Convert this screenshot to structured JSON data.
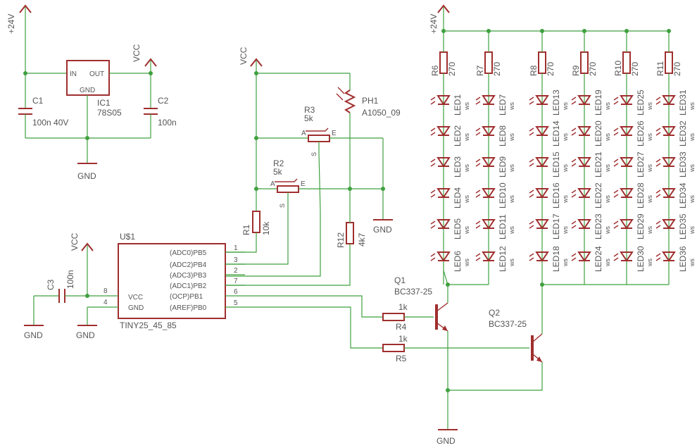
{
  "nets": {
    "p24v_a": "+24V",
    "p24v_b": "+24V",
    "vcc_a": "VCC",
    "vcc_b": "VCC",
    "vcc_c": "VCC",
    "gnd_reg": "GND",
    "gnd_pot": "GND",
    "gnd_c3": "GND",
    "gnd_mcu": "GND",
    "gnd_main": "GND"
  },
  "regulator": {
    "name": "IC1",
    "value": "78S05",
    "pin_in": "IN",
    "pin_out": "OUT",
    "pin_gnd": "GND"
  },
  "capacitors": [
    {
      "name": "C1",
      "value": "100n 40V"
    },
    {
      "name": "C2",
      "value": "100n"
    },
    {
      "name": "C3",
      "value": "100n"
    }
  ],
  "photoresistor": {
    "name": "PH1",
    "value": "A1050_09"
  },
  "pots": [
    {
      "name": "R3",
      "value": "5k",
      "a": "A",
      "e": "E",
      "s": "S"
    },
    {
      "name": "R2",
      "value": "5k",
      "a": "A",
      "e": "E",
      "s": "S"
    }
  ],
  "resistors": {
    "r1": {
      "name": "R1",
      "value": "10k"
    },
    "r12": {
      "name": "R12",
      "value": "4k7"
    },
    "r4": {
      "name": "R4",
      "value": "1k"
    },
    "r5": {
      "name": "R5",
      "value": "1k"
    }
  },
  "mcu": {
    "name": "U$1",
    "value": "TINY25_45_85",
    "pins_right": [
      {
        "label": "(ADC0)PB5",
        "num": "1"
      },
      {
        "label": "(ADC2)PB4",
        "num": "3"
      },
      {
        "label": "(ADC3)PB3",
        "num": "2"
      },
      {
        "label": "(ADC1)PB2",
        "num": "7"
      },
      {
        "label": "(OCP)PB1",
        "num": "6"
      },
      {
        "label": "(AREF)PB0",
        "num": "5"
      }
    ],
    "pins_left": [
      {
        "label": "VCC",
        "num": "8"
      },
      {
        "label": "GND",
        "num": "4"
      }
    ]
  },
  "transistors": [
    {
      "name": "Q1",
      "value": "BC337-25"
    },
    {
      "name": "Q2",
      "value": "BC337-25"
    }
  ],
  "led_columns": [
    {
      "resistor": "R6",
      "value": "270",
      "leds": [
        "LED1",
        "LED2",
        "LED3",
        "LED4",
        "LED5",
        "LED6"
      ]
    },
    {
      "resistor": "R7",
      "value": "270",
      "leds": [
        "LED7",
        "LED8",
        "LED9",
        "LED10",
        "LED11",
        "LED12"
      ]
    },
    {
      "resistor": "R8",
      "value": "270",
      "leds": [
        "LED13",
        "LED14",
        "LED15",
        "LED16",
        "LED17",
        "LED18"
      ]
    },
    {
      "resistor": "R9",
      "value": "270",
      "leds": [
        "LED19",
        "LED20",
        "LED21",
        "LED22",
        "LED23",
        "LED24"
      ]
    },
    {
      "resistor": "R10",
      "value": "270",
      "leds": [
        "LED25",
        "LED26",
        "LED27",
        "LED28",
        "LED29",
        "LED30"
      ]
    },
    {
      "resistor": "R11",
      "value": "270",
      "leds": [
        "LED31",
        "LED32",
        "LED33",
        "LED34",
        "LED35",
        "LED36"
      ]
    }
  ],
  "led_color": "ws",
  "colors": {
    "wire": "#3fa03f",
    "part": "#a02e2e",
    "text": "#555555"
  }
}
